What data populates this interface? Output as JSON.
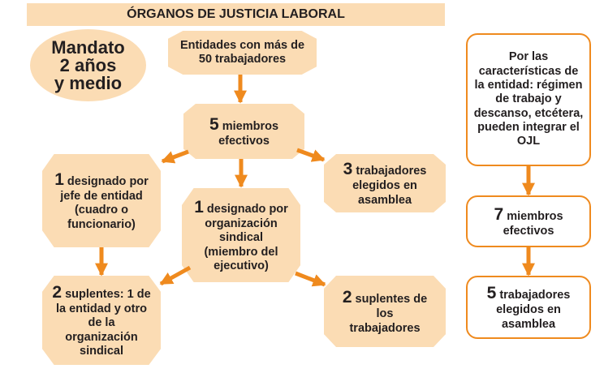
{
  "title": "ÓRGANOS DE JUSTICIA LABORAL",
  "mandato": [
    "Mandato",
    "2 años",
    "y medio"
  ],
  "entidades": "Entidades con más de 50 trabajadores",
  "cinco_miembros": {
    "num": "5",
    "text": "miembros efectivos"
  },
  "designado_jefe": {
    "num": "1",
    "text": "designado por jefe de entidad (cuadro o funcionario)"
  },
  "designado_org": {
    "num": "1",
    "text": "designado por organización sindical (miembro del ejecutivo)"
  },
  "tres_trabajadores": {
    "num": "3",
    "text": "trabajadores elegidos en asamblea"
  },
  "suplentes_izq": {
    "num": "2",
    "text": "suplentes: 1 de la entidad y otro de la organización sindical"
  },
  "suplentes_der": {
    "num": "2",
    "text": "suplentes de los trabajadores"
  },
  "caracteristicas": "Por las características de la entidad: régimen de trabajo y descanso, etcétera, pueden integrar el OJL",
  "siete_miembros": {
    "num": "7",
    "text": "miembros efectivos"
  },
  "cinco_trabajadores": {
    "num": "5",
    "text": "trabajadores elegidos en asamblea"
  },
  "colors": {
    "fill": "#fbdcb4",
    "arrow": "#ef8a1e",
    "text": "#231f20"
  }
}
